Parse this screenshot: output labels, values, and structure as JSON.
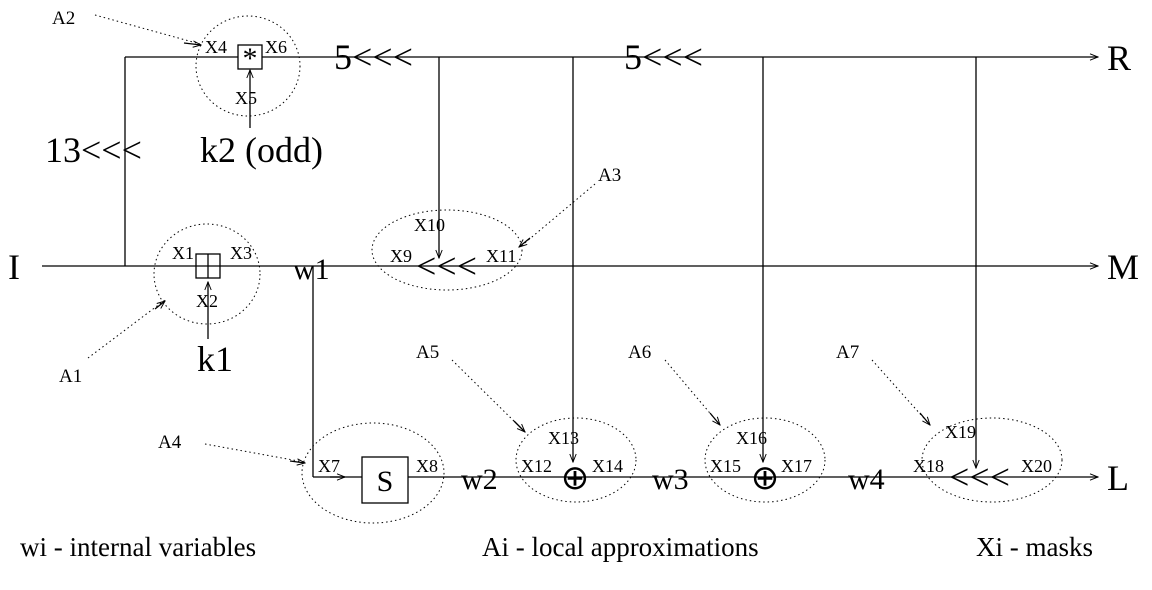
{
  "nodes": {
    "input": "I",
    "output_r": "R",
    "output_m": "M",
    "output_l": "L",
    "key1": "k1",
    "key2": "k2 (odd)",
    "sbox": "S"
  },
  "rotations": {
    "rot_13": "13<<<",
    "rot_5_first": "5<<<",
    "rot_5_second": "5<<<",
    "rot_m": "<<<",
    "rot_l": "<<<"
  },
  "operators": {
    "mult": "*",
    "xor_1": "⊕",
    "xor_2": "⊕"
  },
  "internal_vars": [
    "w1",
    "w2",
    "w3",
    "w4"
  ],
  "approximations": [
    "A1",
    "A2",
    "A3",
    "A4",
    "A5",
    "A6",
    "A7"
  ],
  "masks": [
    "X1",
    "X2",
    "X3",
    "X4",
    "X5",
    "X6",
    "X7",
    "X8",
    "X9",
    "X10",
    "X11",
    "X12",
    "X13",
    "X14",
    "X15",
    "X16",
    "X17",
    "X18",
    "X19",
    "X20"
  ],
  "legend": {
    "internal": "wi - internal variables",
    "approx": "Ai - local approximations",
    "masks": "Xi - masks"
  }
}
